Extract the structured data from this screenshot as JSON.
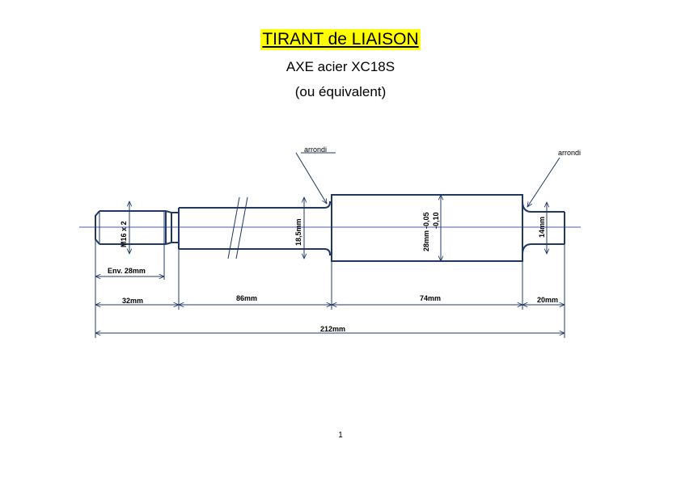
{
  "header": {
    "title": "TIRANT de LIAISON",
    "subtitle_line1": "AXE acier XC18S",
    "subtitle_line2": "(ou équivalent)"
  },
  "drawing": {
    "annotation_left": "arrondi",
    "annotation_right": "arrondi",
    "thread_label": "M16 x 2",
    "shaft_diameter_label": "18,5mm",
    "collar_diameter_label": "28mm",
    "collar_tolerance_upper": "-0,05",
    "collar_tolerance_lower": "-0,10",
    "end_diameter_label": "14mm",
    "thread_engagement_label": "Env. 28mm",
    "length_thread": "32mm",
    "length_shaft": "86mm",
    "length_collar": "74mm",
    "length_end": "20mm",
    "length_total": "212mm"
  },
  "footer": {
    "page_number": "1"
  },
  "colors": {
    "highlight": "#ffff00",
    "part_stroke": "#1f3864",
    "axis": "#4a5ea8"
  }
}
